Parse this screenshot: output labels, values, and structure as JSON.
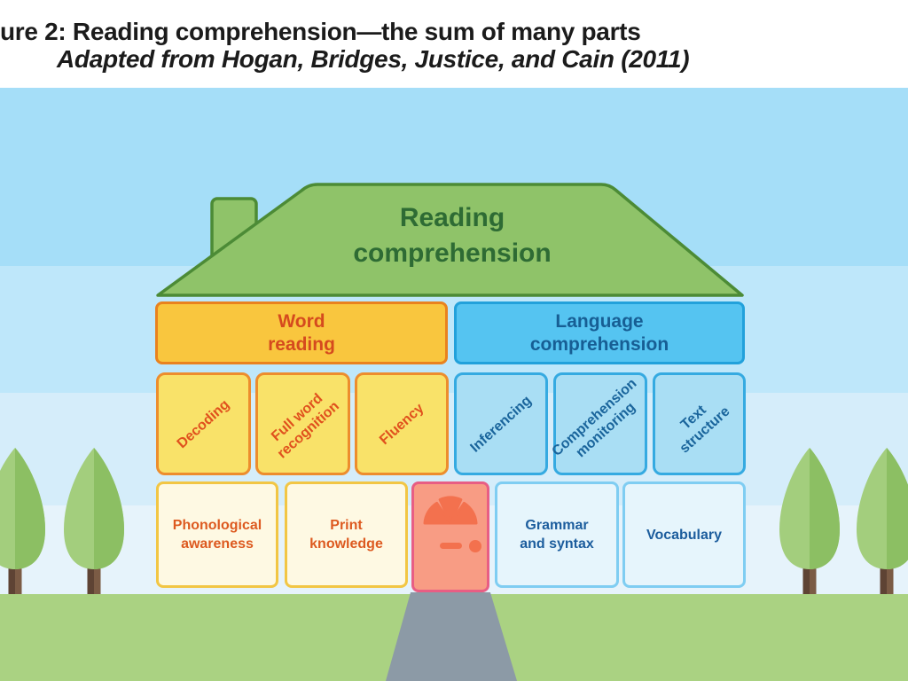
{
  "figure": {
    "caption_line1": "ure 2: Reading comprehension—the sum of many parts",
    "caption_line2": "Adapted from Hogan, Bridges, Justice, and Cain (2011)"
  },
  "house": {
    "roof": {
      "label": "Reading\ncomprehension"
    },
    "level1": [
      {
        "id": "word-reading",
        "label": "Word\nreading"
      },
      {
        "id": "language-comprehension",
        "label": "Language\ncomprehension"
      }
    ],
    "level2_word": [
      {
        "label": "Decoding"
      },
      {
        "label": "Full word\nrecognition"
      },
      {
        "label": "Fluency"
      }
    ],
    "level2_language": [
      {
        "label": "Inferencing"
      },
      {
        "label": "Comprehension\nmonitoring"
      },
      {
        "label": "Text\nstructure"
      }
    ],
    "level3_word": [
      {
        "label": "Phonological\nawareness"
      },
      {
        "label": "Print\nknowledge"
      }
    ],
    "level3_language": [
      {
        "label": "Grammar\nand syntax"
      },
      {
        "label": "Vocabulary"
      }
    ]
  },
  "colors": {
    "sky_band1": "#A5DEF8",
    "sky_band2": "#BEE7FA",
    "sky_band3": "#D5EDFA",
    "sky_band4": "#E6F3FB",
    "grass": "#AAD282",
    "walkway_gray": "#8C9AA6",
    "roof_fill": "#8FC369",
    "roof_border": "#4C8B36",
    "roof_text": "#2E6B34",
    "word_reading_fill": "#F9C63E",
    "word_reading_border": "#E9821E",
    "word_reading_text": "#D54A1E",
    "language_fill": "#55C4F1",
    "language_border": "#22A1DB",
    "language_text": "#175E94",
    "word_sub_fill": "#F9E269",
    "word_sub_border": "#ED8D2D",
    "language_sub_fill": "#A9DEF4",
    "language_sub_border": "#35AAE1",
    "foundation_word_fill": "#FEF9E3",
    "foundation_word_border": "#F2C644",
    "foundation_language_fill": "#E6F5FC",
    "foundation_language_border": "#7FCDF2",
    "door_fill": "#F89C84",
    "door_border": "#E85E84",
    "door_accent": "#F3714E",
    "tree_leaf_light": "#A3CE7D",
    "tree_leaf_dark": "#8CBF63",
    "tree_trunk_dark": "#5E4334",
    "tree_trunk_light": "#7B5B45",
    "caption_text": "#1B1B1B"
  }
}
